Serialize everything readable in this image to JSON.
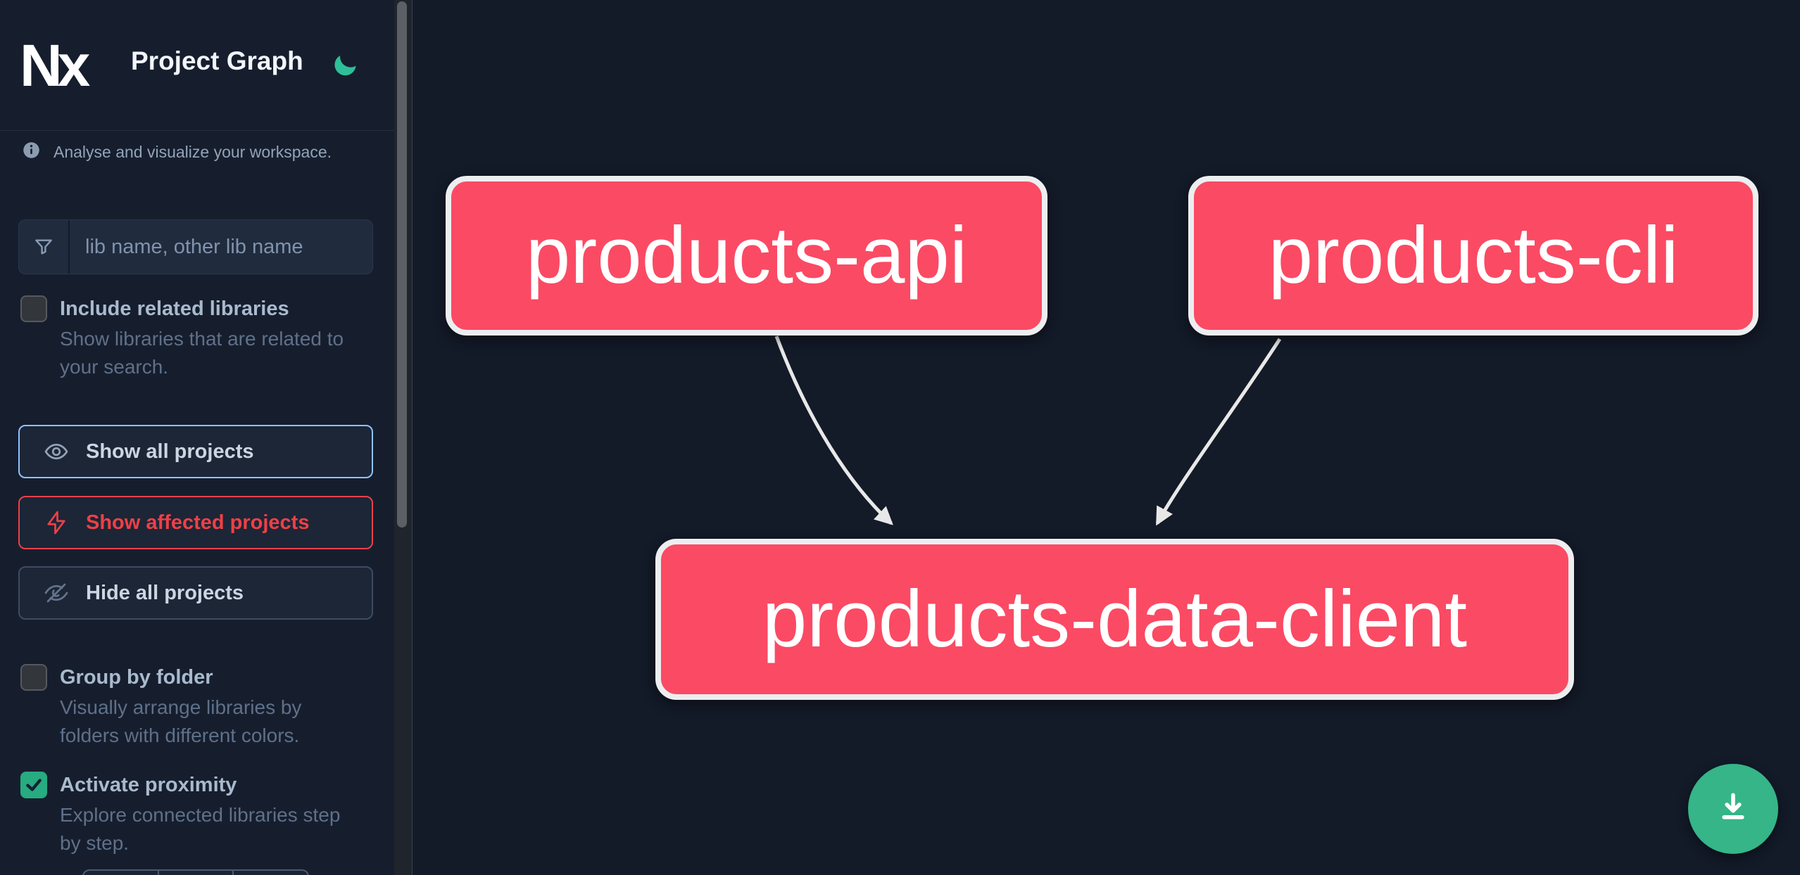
{
  "header": {
    "logo_text": "Nx",
    "title": "Project Graph",
    "theme_icon": "moon-icon"
  },
  "sidebar": {
    "tagline": "Analyse and visualize your workspace.",
    "search": {
      "placeholder": "lib name, other lib name",
      "icon": "funnel-icon"
    },
    "filters": [
      {
        "label": "Include related libraries",
        "description": "Show libraries that are related to your search.",
        "checked": false
      }
    ],
    "project_actions": [
      {
        "label": "Show all projects",
        "icon": "eye-icon",
        "state": "focused"
      },
      {
        "label": "Show affected projects",
        "icon": "lightning-icon",
        "state": "affected"
      },
      {
        "label": "Hide all projects",
        "icon": "eye-off-icon",
        "state": "default"
      }
    ],
    "display_toggles": [
      {
        "label": "Group by folder",
        "description": "Visually arrange libraries by folders with different colors.",
        "checked": false
      },
      {
        "label": "Activate proximity",
        "description": "Explore connected libraries step by step.",
        "checked": true
      }
    ]
  },
  "graph": {
    "nodes": [
      {
        "label": "products-api",
        "type": "affected"
      },
      {
        "label": "products-cli",
        "type": "affected"
      },
      {
        "label": "products-data-client",
        "type": "affected"
      }
    ],
    "edges": [
      {
        "from": "products-api",
        "to": "products-data-client"
      },
      {
        "from": "products-cli",
        "to": "products-data-client"
      }
    ]
  },
  "fab": {
    "icon": "download-icon"
  },
  "colors": {
    "sidebar_bg": "#161e2e",
    "canvas_bg": "#131a28",
    "node_fill": "#fb4a64",
    "node_border": "#eceef0",
    "edge": "#e8e8e8",
    "accent_green": "#35b588",
    "focus_blue": "#90c3fb",
    "affected_red": "#ee4046"
  }
}
